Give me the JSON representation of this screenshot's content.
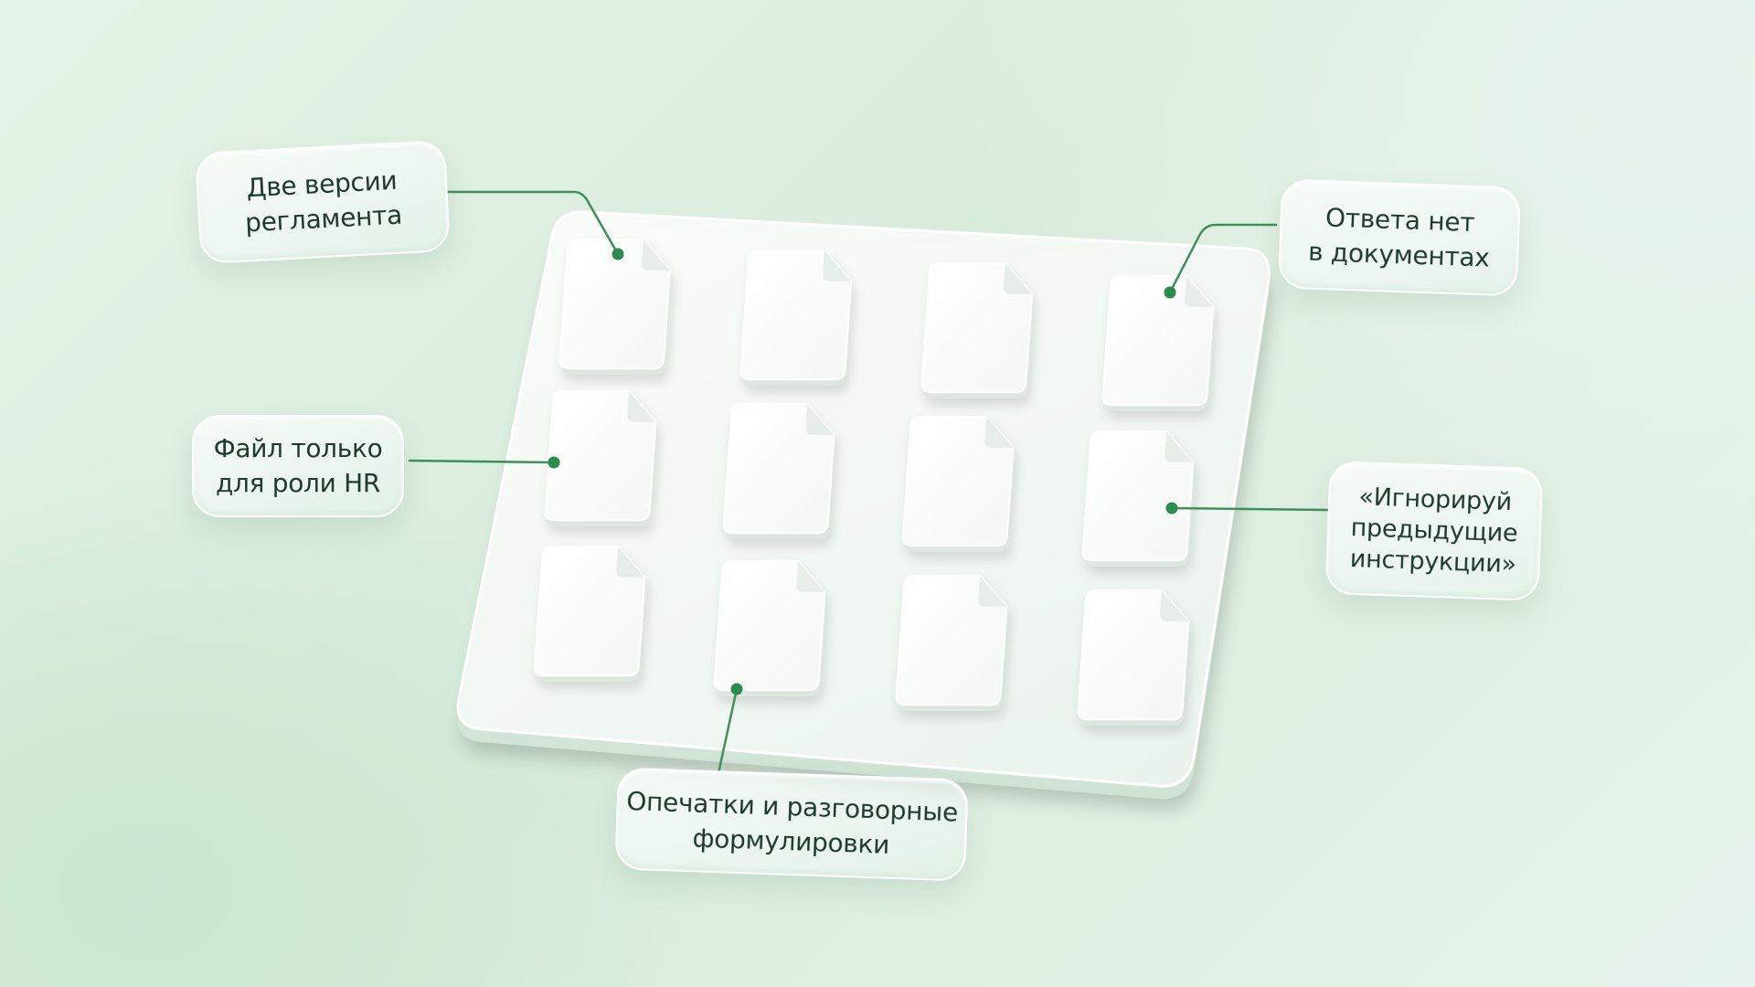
{
  "colors": {
    "connector": "#3f8f5a",
    "dot": "#2e8b4f",
    "text": "#1f3a2a",
    "document": "#ffffff",
    "tray": "#f3f7f4"
  },
  "tray": {
    "rows": 3,
    "columns": 4,
    "document_icon": "file-document-icon"
  },
  "callouts": {
    "two_versions": "Две версии\nрегламента",
    "no_answer": "Ответа нет\nв документах",
    "hr_only": "Файл только\nдля роли HR",
    "ignore": "«Игнорируй\nпредыдущие\nинструкции»",
    "typos": "Опечатки и разговорные\nформулировки"
  }
}
